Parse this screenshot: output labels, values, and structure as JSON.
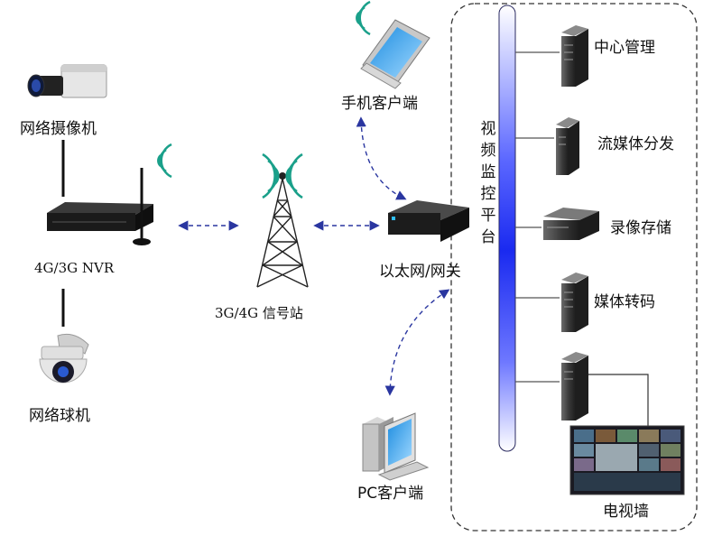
{
  "nodes": {
    "network_camera": "网络摄像机",
    "nvr": "4G/3G NVR",
    "dome_camera": "网络球机",
    "base_station": "3G/4G 信号站",
    "mobile_client": "手机客户端",
    "gateway": "以太网/网关",
    "pc_client": "PC客户端"
  },
  "platform": {
    "title_chars": [
      "视",
      "频",
      "监",
      "控",
      "平",
      "台"
    ],
    "servers": {
      "center_management": "中心管理",
      "stream_distribution": "流媒体分发",
      "recording_storage": "录像存储",
      "media_transcoding": "媒体转码",
      "tv_wall": "电视墙"
    }
  },
  "colors": {
    "link_dash": "#2a36a0",
    "bus_gradient": [
      "#ffffff",
      "#1a2af0"
    ],
    "server_dark": "#2b2b2b",
    "server_light": "#5a5a5a"
  },
  "icons": {
    "wifi": "wireless-signal-icon",
    "server": "server-tower-icon",
    "router": "router-icon",
    "monitor": "pc-monitor-icon"
  }
}
